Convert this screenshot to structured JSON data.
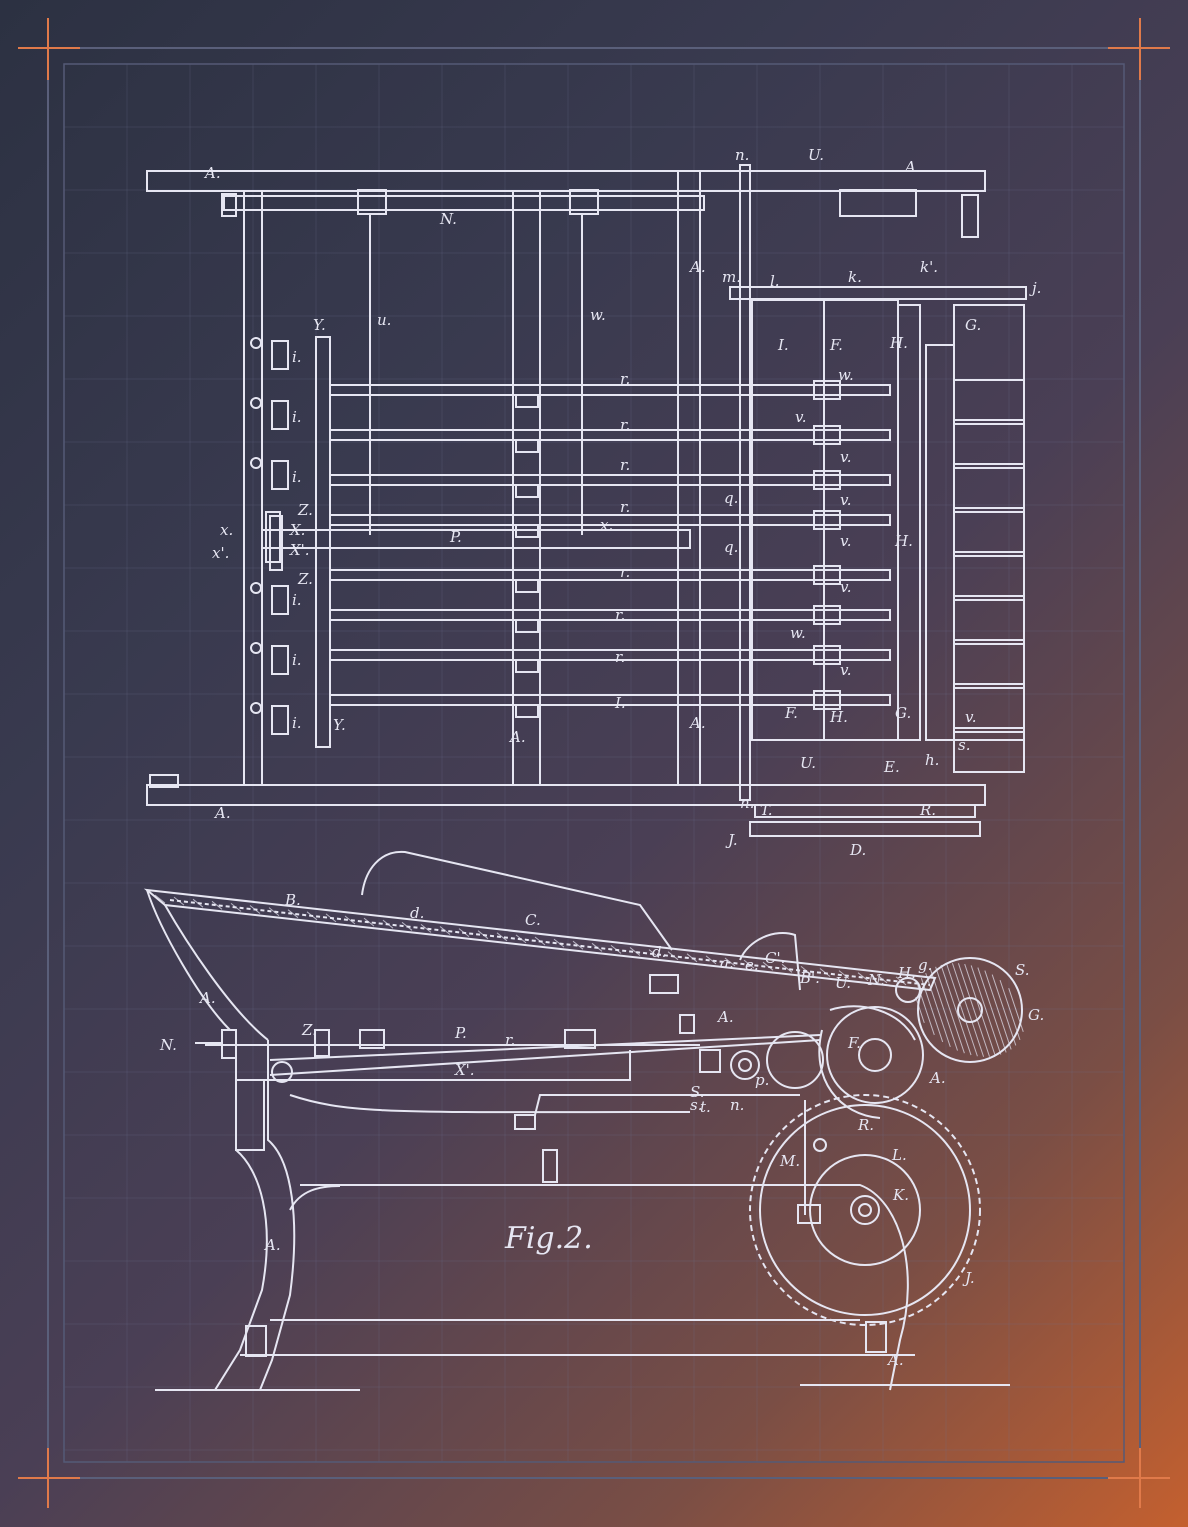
{
  "frame": {
    "accent_color": "#e07a4a",
    "line_color": "#e6e6f2",
    "border_color": "#5a5f7a"
  },
  "fig1": {
    "labels": [
      "A.",
      "A.",
      "A.",
      "A.",
      "A.",
      "A.",
      "n.",
      "U.",
      "N.",
      "u.",
      "w.",
      "Y.",
      "Y.",
      "i.",
      "i.",
      "i.",
      "i.",
      "i.",
      "i.",
      "x.",
      "x'.",
      "Z.",
      "X.",
      "X'.",
      "Z.",
      "P.",
      "x.",
      "r.",
      "r.",
      "r.",
      "r.",
      "r.",
      "r.",
      "r.",
      "I.",
      "I.",
      "F.",
      "F.",
      "H.",
      "H.",
      "H.",
      "G.",
      "G.",
      "v.",
      "w.",
      "v.",
      "v.",
      "v.",
      "v.",
      "v.",
      "w.",
      "v.",
      "m.",
      "l.",
      "k.",
      "k'.",
      "j.",
      "q.",
      "q.",
      "E.",
      "h.",
      "s.",
      "n.",
      "T.",
      "R.",
      "J.",
      "D.",
      "U."
    ]
  },
  "fig2": {
    "caption": "Fig.2.",
    "labels": [
      "B.",
      "C.",
      "d.",
      "d.",
      "C'.",
      "a.",
      "e.",
      "B'.",
      "U.",
      "N.",
      "H.",
      "g.",
      "S.",
      "G.",
      "A.",
      "N.",
      "Z.",
      "P.",
      "r.",
      "X'.",
      "A.",
      "F.",
      "A.",
      "S.",
      "s.",
      "t.",
      "n.",
      "p.",
      "R.",
      "M.",
      "L.",
      "K.",
      "J.",
      "A.",
      "A."
    ]
  }
}
